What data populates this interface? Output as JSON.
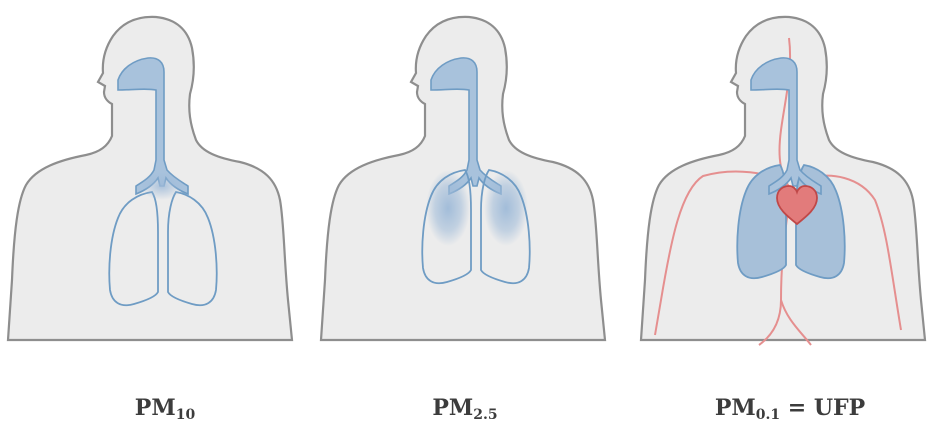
{
  "panels": [
    {
      "label_main": "PM",
      "label_sub": "10",
      "label_suffix": "",
      "deposition": "upper airways"
    },
    {
      "label_main": "PM",
      "label_sub": "2.5",
      "label_suffix": "",
      "deposition": "lungs"
    },
    {
      "label_main": "PM",
      "label_sub": "0.1",
      "label_suffix": " = UFP",
      "deposition": "lungs, heart and bloodstream"
    }
  ],
  "colors": {
    "body_fill": "#ececec",
    "body_outline": "#8e8e8e",
    "airway": "#a8c2dc",
    "airway_outline": "#6f9cc4",
    "lung_deposit": "#9ebad8",
    "lung_filled": "#a7c0d9",
    "heart": "#e27b7b",
    "heart_outline": "#c04848",
    "vessel": "#e58f8f",
    "label_text": "#3c3c3c"
  }
}
